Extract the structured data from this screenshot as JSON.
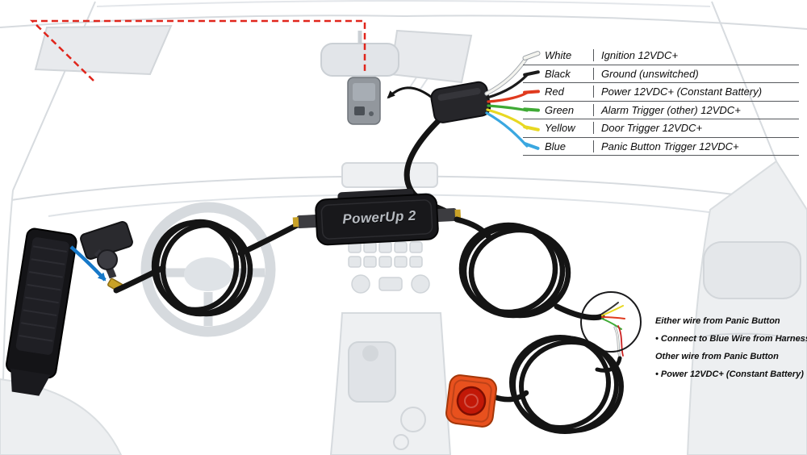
{
  "device": {
    "label": "PowerUp 2"
  },
  "legend": {
    "rows": [
      {
        "name": "White",
        "desc": "Ignition 12VDC+",
        "color": "#f4f4ef"
      },
      {
        "name": "Black",
        "desc": "Ground (unswitched)",
        "color": "#1b1b1b"
      },
      {
        "name": "Red",
        "desc": "Power 12VDC+ (Constant Battery)",
        "color": "#e03a1e"
      },
      {
        "name": "Green",
        "desc": "Alarm Trigger (other) 12VDC+",
        "color": "#3faa35"
      },
      {
        "name": "Yellow",
        "desc": "Door Trigger 12VDC+",
        "color": "#e8d822"
      },
      {
        "name": "Blue",
        "desc": "Panic Button Trigger 12VDC+",
        "color": "#3aa7e0"
      }
    ]
  },
  "notes": {
    "line1": "Either wire from Panic Button",
    "line2": "• Connect to Blue Wire from Harness",
    "line3": "Other wire from Panic Button",
    "line4": "• Power 12VDC+ (Constant Battery)"
  },
  "colors": {
    "dashed_guide": "#e0251b",
    "cable": "#141414",
    "panic_body": "#e8511e",
    "panic_center": "#c21807",
    "arrow_blue": "#1678c8"
  }
}
